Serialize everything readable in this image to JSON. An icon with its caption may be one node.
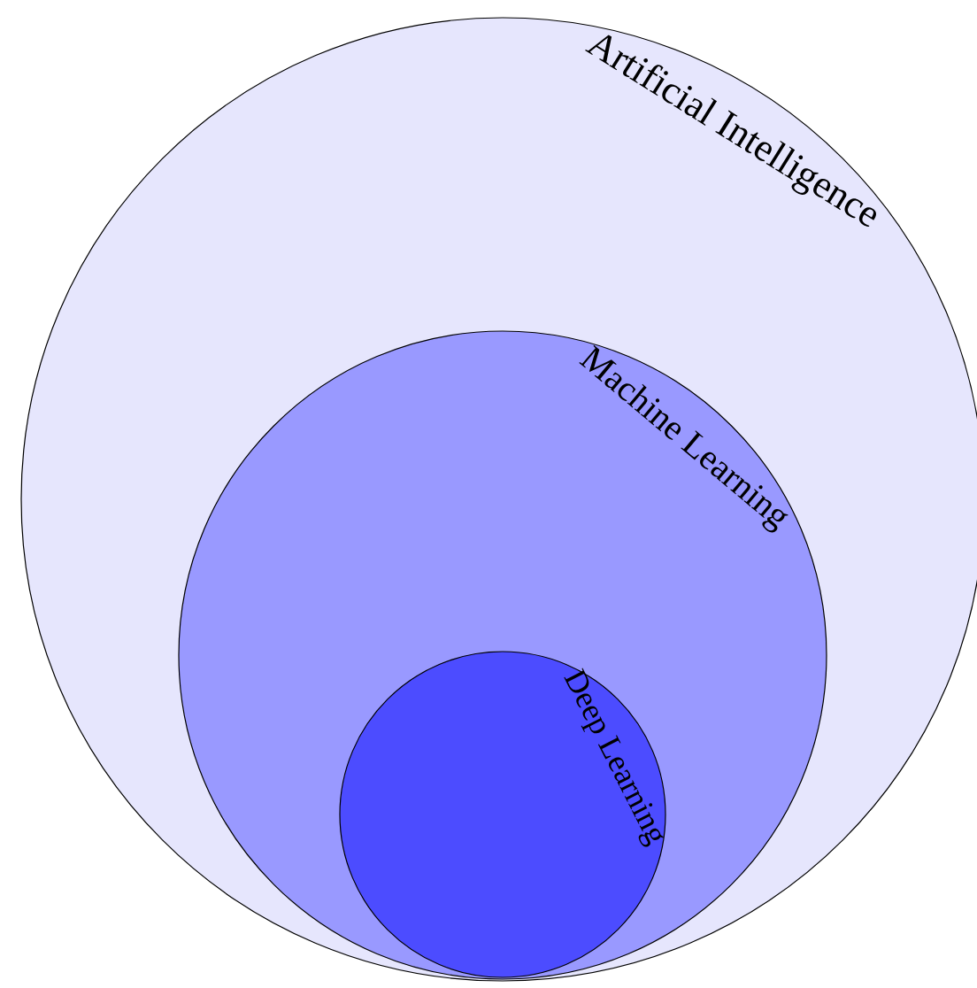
{
  "diagram": {
    "nodes": [
      {
        "text": [
          "Artificial Intelligence"
        ]
      },
      {
        "text": [
          "Machine Learning"
        ],
        "in": 0
      },
      {
        "text": [
          "Deep Learning"
        ],
        "in": 1
      }
    ]
  }
}
